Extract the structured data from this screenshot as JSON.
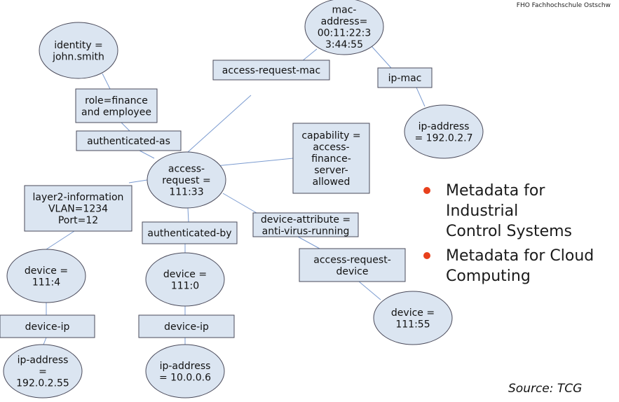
{
  "header": {
    "institution": "FHO Fachhochschule Ostschw"
  },
  "colors": {
    "fill": "#dbe5f1",
    "stroke": "#4a4a5a",
    "edge": "#7b9bd0",
    "bullet": "#e8401c"
  },
  "diagram": {
    "nodes": {
      "identity": {
        "shape": "ellipse",
        "lines": [
          "identity =",
          "john.smith"
        ]
      },
      "mac_address": {
        "shape": "ellipse",
        "lines": [
          "mac-",
          "address=",
          "00:11:22:3",
          "3:44:55"
        ]
      },
      "access_request": {
        "shape": "ellipse",
        "lines": [
          "access-",
          "request =",
          "111:33"
        ]
      },
      "ip_address_1": {
        "shape": "ellipse",
        "lines": [
          "ip-address",
          "= 192.0.2.7"
        ]
      },
      "device_4": {
        "shape": "ellipse",
        "lines": [
          "device =",
          "111:4"
        ]
      },
      "device_0": {
        "shape": "ellipse",
        "lines": [
          "device =",
          "111:0"
        ]
      },
      "device_55": {
        "shape": "ellipse",
        "lines": [
          "device =",
          "111:55"
        ]
      },
      "ip_address_2": {
        "shape": "ellipse",
        "lines": [
          "ip-address",
          "=",
          "192.0.2.55"
        ]
      },
      "ip_address_3": {
        "shape": "ellipse",
        "lines": [
          "ip-address",
          "= 10.0.0.6"
        ]
      }
    },
    "links": {
      "access_request_mac": {
        "shape": "box",
        "lines": [
          "access-request-mac"
        ]
      },
      "ip_mac": {
        "shape": "box",
        "lines": [
          "ip-mac"
        ]
      },
      "role": {
        "shape": "box",
        "lines": [
          "role=finance",
          "and employee"
        ]
      },
      "authenticated_as": {
        "shape": "box",
        "lines": [
          "authenticated-as"
        ]
      },
      "capability": {
        "shape": "box",
        "lines": [
          "capability =",
          "access-",
          "finance-",
          "server-",
          "allowed"
        ]
      },
      "layer2": {
        "shape": "box",
        "lines": [
          "layer2-information",
          "VLAN=1234",
          "Port=12"
        ]
      },
      "authenticated_by": {
        "shape": "box",
        "lines": [
          "authenticated-by"
        ]
      },
      "device_attribute": {
        "shape": "box",
        "lines": [
          "device-attribute =",
          "anti-virus-running"
        ]
      },
      "access_request_device": {
        "shape": "box",
        "lines": [
          "access-request-",
          "device"
        ]
      },
      "device_ip_1": {
        "shape": "box",
        "lines": [
          "device-ip"
        ]
      },
      "device_ip_2": {
        "shape": "box",
        "lines": [
          "device-ip"
        ]
      }
    }
  },
  "bullets": [
    {
      "text_1": "Metadata for Industrial",
      "text_2": "Control Systems"
    },
    {
      "text_1": "Metadata for Cloud",
      "text_2": "Computing"
    }
  ],
  "source": "Source:  TCG"
}
